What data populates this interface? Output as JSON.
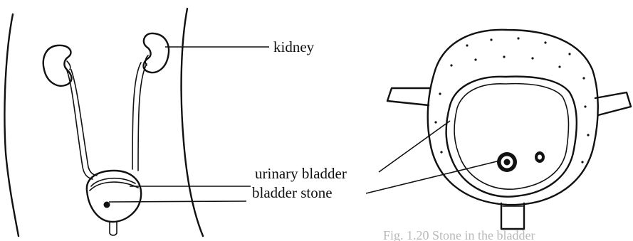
{
  "labels": {
    "kidney": "kidney",
    "urinary_bladder": "urinary bladder",
    "bladder_stone": "bladder stone"
  },
  "caption": "Fig. 1.20 Stone in the bladder"
}
